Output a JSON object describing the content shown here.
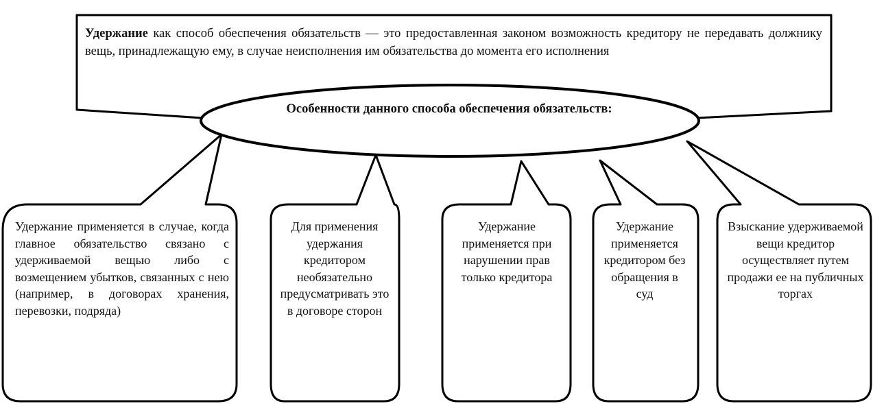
{
  "definition": {
    "term": "Удержание",
    "text": " как способ обеспечения обязательств — это предоставленная законом возможность кредитору не передавать должнику вещь, принадлежащую ему, в случае неисполнения им обязательства до момента его исполнения"
  },
  "center": {
    "title": "Особенности данного способа обеспечения обязательств:"
  },
  "features": [
    "Удержание применяется в случае, когда главное обязательство связано с удерживаемой вещью либо с возмещением убытков, связанных с нею (например, в договорах хранения, перевозки, подряда)",
    "Для применения удержания кредитором необязательно предусматривать это в договоре сторон",
    "Удержание применяется при нарушении прав только кредитора",
    "Удержание применяется кредитором без обращения в суд",
    "Взыскание удерживаемой вещи кредитор осуществляет путем продажи ее на публичных торгах"
  ]
}
